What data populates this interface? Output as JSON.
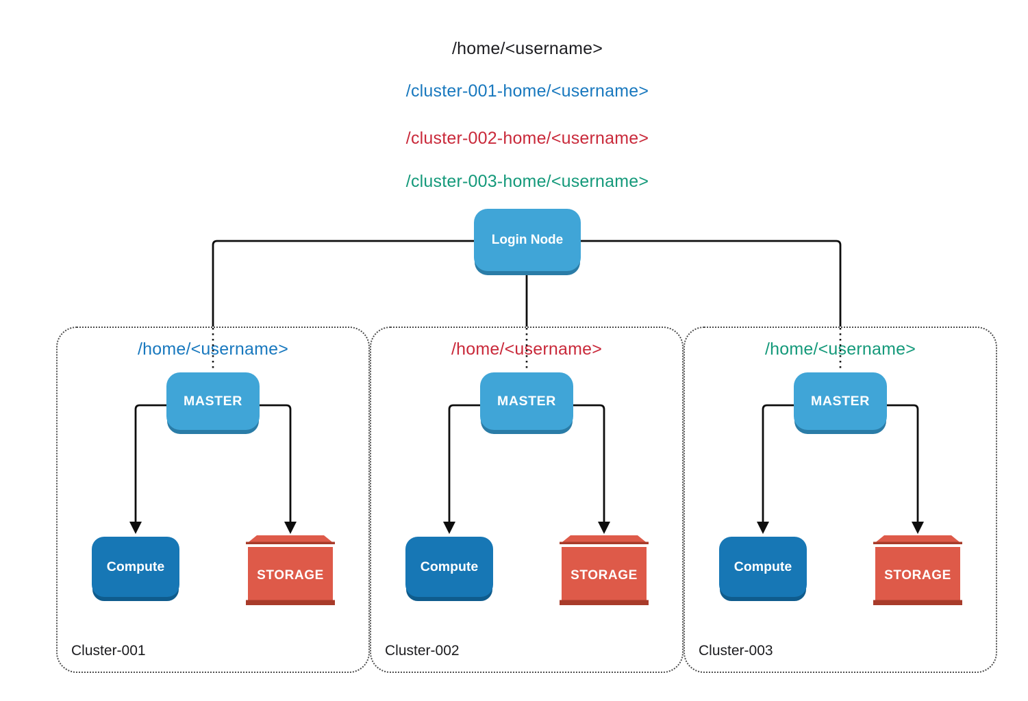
{
  "header_paths": {
    "root": "/home/<username>",
    "cluster1": "/cluster-001-home/<username>",
    "cluster2": "/cluster-002-home/<username>",
    "cluster3": "/cluster-003-home/<username>"
  },
  "login_node": {
    "label": "Login Node"
  },
  "clusters": [
    {
      "name": "Cluster-001",
      "home_label": "/home/<username>",
      "accent_color": "#1878be",
      "master_label": "MASTER",
      "compute_label": "Compute",
      "storage_label": "STORAGE"
    },
    {
      "name": "Cluster-002",
      "home_label": "/home/<username>",
      "accent_color": "#c9293a",
      "master_label": "MASTER",
      "compute_label": "Compute",
      "storage_label": "STORAGE"
    },
    {
      "name": "Cluster-003",
      "home_label": "/home/<username>",
      "accent_color": "#14997a",
      "master_label": "MASTER",
      "compute_label": "Compute",
      "storage_label": "STORAGE"
    }
  ],
  "colors": {
    "node_blue_light": "#40a5d7",
    "node_blue_light_shadow": "#2a7ca7",
    "compute_blue": "#1777b5",
    "compute_blue_shadow": "#0f5c8d",
    "storage_red": "#de5a49",
    "storage_red_dark": "#a83b2a",
    "line_black": "#0d0d0d",
    "text_black": "#1d1d21"
  }
}
